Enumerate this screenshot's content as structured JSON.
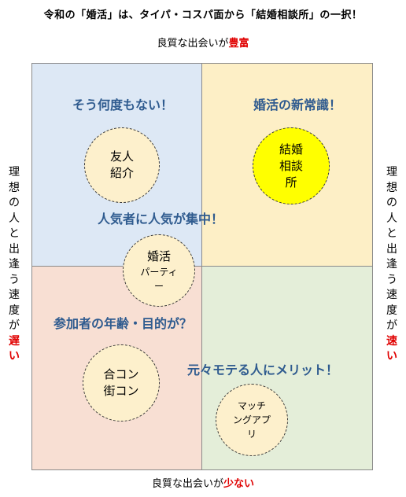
{
  "title": "令和の「婚活」は、タイパ・コスパ面から「結婚相談所」の一択！",
  "axes": {
    "top": {
      "prefix": "良質な出会いが",
      "highlight": "豊富"
    },
    "bottom": {
      "prefix": "良質な出会いが",
      "highlight": "少ない"
    },
    "left": {
      "chars": [
        "理",
        "想",
        "の",
        "人",
        "と",
        "出",
        "逢",
        "う",
        "速",
        "度",
        "が"
      ],
      "highlight": [
        "遅",
        "い"
      ]
    },
    "right": {
      "chars": [
        "理",
        "想",
        "の",
        "人",
        "と",
        "出",
        "逢",
        "う",
        "速",
        "度",
        "が"
      ],
      "highlight": [
        "速",
        "い"
      ]
    }
  },
  "labels": {
    "top_left": "そう何度もない！",
    "top_right": "婚活の新常識！",
    "center": "人気者に人気が集中！",
    "bottom_left": "参加者の年齢・目的が？",
    "bottom_right": "元々モテる人にメリット！"
  },
  "circles": {
    "friend": [
      "友人",
      "紹介"
    ],
    "agency": [
      "結婚",
      "相談",
      "所"
    ],
    "party": [
      "婚活",
      "パーティ",
      "ー"
    ],
    "gokon": [
      "合コン",
      "街コン"
    ],
    "app": [
      "マッチ",
      "ングアプ",
      "リ"
    ]
  },
  "colors": {
    "quadrant_top_left": "#dde8f5",
    "quadrant_top_right": "#fdefc6",
    "quadrant_bottom_left": "#f8dfd3",
    "quadrant_bottom_right": "#e4eed9",
    "label_text": "#2f5b8f",
    "highlight_red": "#e00000",
    "circle_fill": "#fdf0cc",
    "circle_highlight": "#ffff00"
  }
}
